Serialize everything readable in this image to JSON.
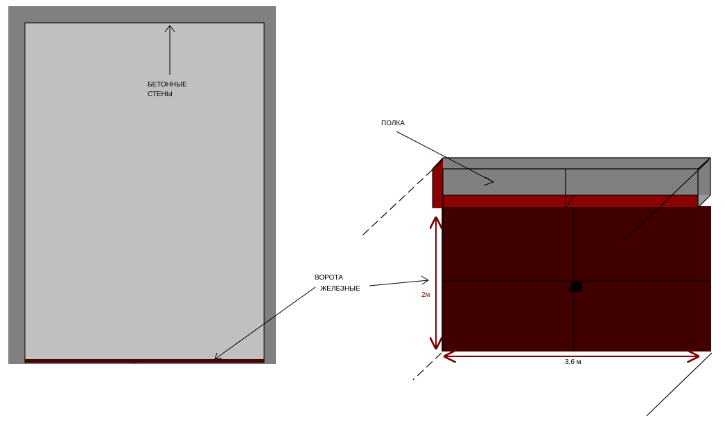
{
  "labels": {
    "walls_line1": "БЕТОННЫЕ",
    "walls_line2": "СТЕНЫ",
    "shelf": "ПОЛКА",
    "gate_line1": "ВОРОТА",
    "gate_line2": "ЖЕЛЕЗНЫЕ",
    "height_dim": "2м",
    "width_dim": "3,6 м"
  },
  "colors": {
    "wall": "#808080",
    "floor": "#c0c0c0",
    "gate": "#400000",
    "shelf_front": "#800000",
    "shelf_top": "#808080",
    "dimension": "#800000"
  }
}
